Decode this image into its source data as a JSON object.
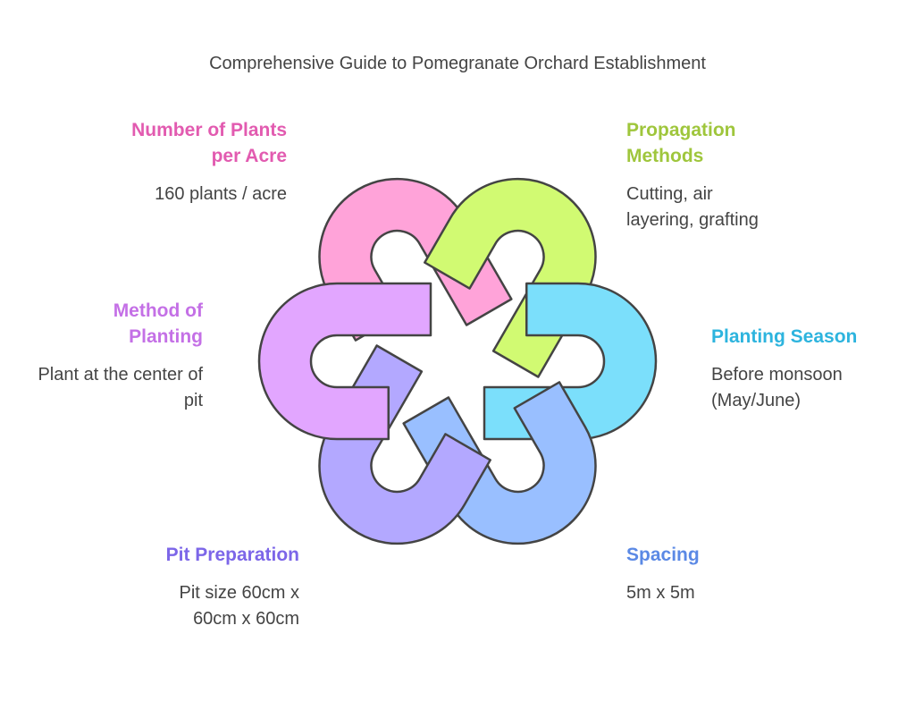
{
  "title": "Comprehensive Guide to Pomegranate Orchard Establishment",
  "colors": {
    "pink": "#FFA3D9",
    "green": "#D1FA72",
    "cyan": "#7BDFFB",
    "blue": "#99BFFF",
    "violet": "#B3A8FF",
    "lilac": "#E2A6FF",
    "stroke": "#444444"
  },
  "items": [
    {
      "key": "plants",
      "heading": [
        "Number of Plants",
        "per Acre"
      ],
      "description": [
        "160 plants / acre"
      ],
      "color": "#E25BB0",
      "band_color": "#FFA3D9"
    },
    {
      "key": "propagation",
      "heading": [
        "Propagation",
        "Methods"
      ],
      "description": [
        "Cutting, air",
        "layering, grafting"
      ],
      "color": "#9FC63C",
      "band_color": "#D1FA72"
    },
    {
      "key": "season",
      "heading": [
        "Planting Season"
      ],
      "description": [
        "Before monsoon",
        "(May/June)"
      ],
      "color": "#2DB4DE",
      "band_color": "#7BDFFB"
    },
    {
      "key": "spacing",
      "heading": [
        "Spacing"
      ],
      "description": [
        "5m x 5m"
      ],
      "color": "#5B89E5",
      "band_color": "#99BFFF"
    },
    {
      "key": "pit",
      "heading": [
        "Pit Preparation"
      ],
      "description": [
        "Pit size 60cm x",
        "60cm x 60cm"
      ],
      "color": "#7C66E8",
      "band_color": "#B3A8FF"
    },
    {
      "key": "method",
      "heading": [
        "Method of",
        "Planting"
      ],
      "description": [
        "Plant at the center of",
        "pit"
      ],
      "color": "#C470E6",
      "band_color": "#E2A6FF"
    }
  ]
}
